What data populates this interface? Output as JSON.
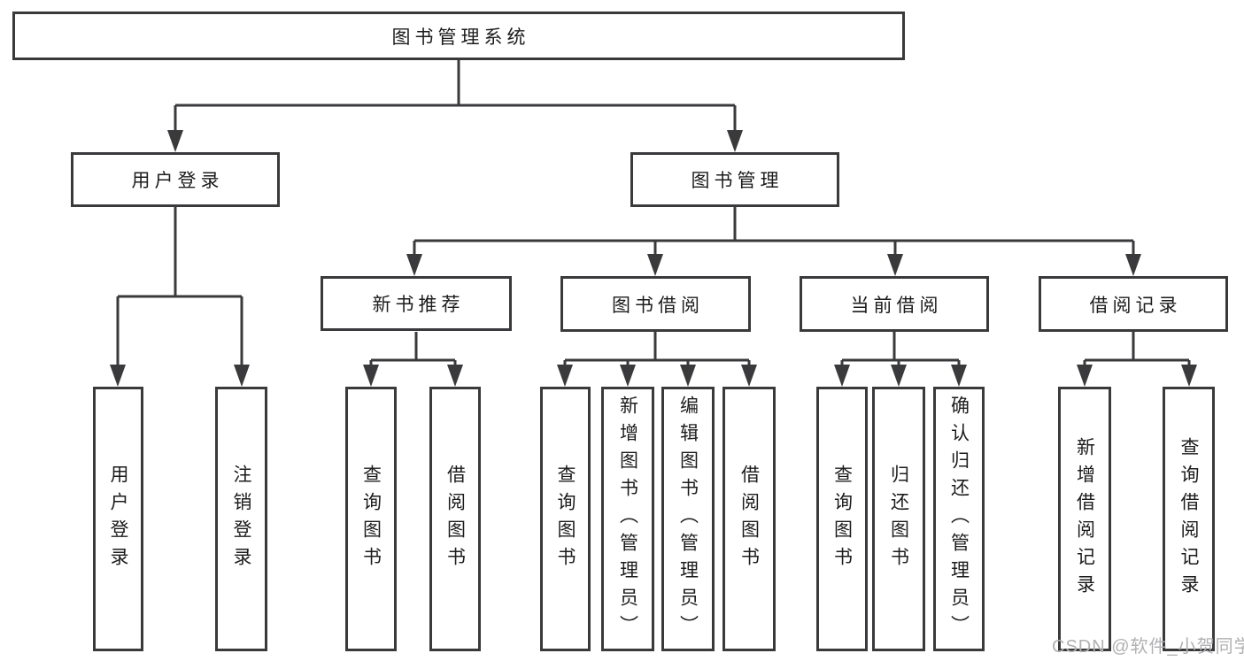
{
  "diagram": {
    "tree": {
      "label": "图书管理系统",
      "children": [
        {
          "label": "用户登录",
          "children": [
            {
              "label": "用户登录"
            },
            {
              "label": "注销登录"
            }
          ]
        },
        {
          "label": "图书管理",
          "children": [
            {
              "label": "新书推荐",
              "children": [
                {
                  "label": "查询图书"
                },
                {
                  "label": "借阅图书"
                }
              ]
            },
            {
              "label": "图书借阅",
              "children": [
                {
                  "label": "查询图书"
                },
                {
                  "label": "新增图书（管理员）"
                },
                {
                  "label": "编辑图书（管理员）"
                },
                {
                  "label": "借阅图书"
                }
              ]
            },
            {
              "label": "当前借阅",
              "children": [
                {
                  "label": "查询图书"
                },
                {
                  "label": "归还图书"
                },
                {
                  "label": "确认归还（管理员）"
                }
              ]
            },
            {
              "label": "借阅记录",
              "children": [
                {
                  "label": "新增借阅记录"
                },
                {
                  "label": "查询借阅记录"
                }
              ]
            }
          ]
        }
      ]
    },
    "colors": {
      "line": "#3a3a3c",
      "text": "#1c1c1e",
      "watermark_text": "#b1b1b3",
      "background": "#ffffff"
    }
  },
  "watermark": {
    "text": "CSDN @软件_小贺同学"
  }
}
